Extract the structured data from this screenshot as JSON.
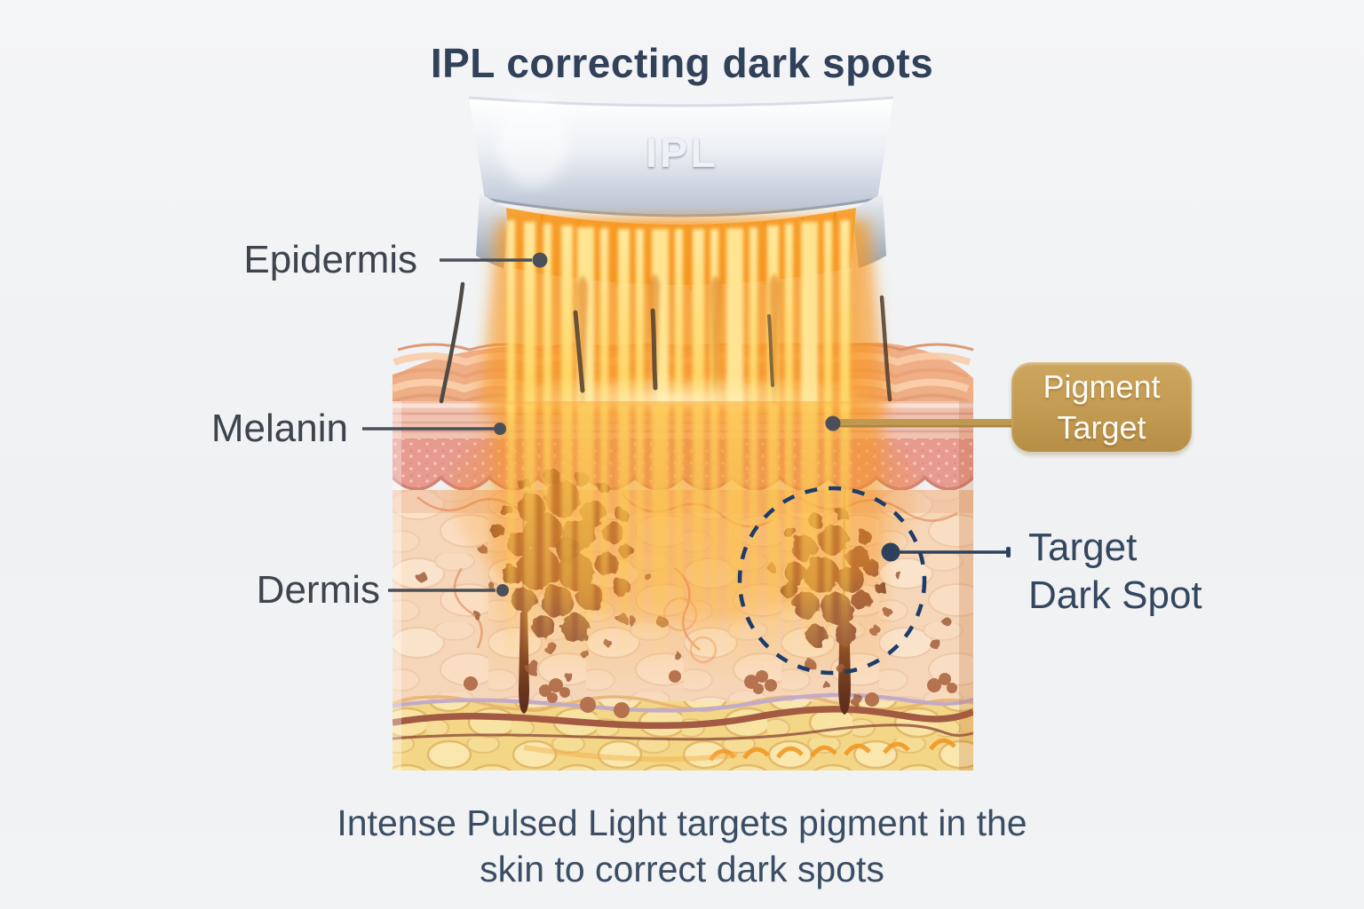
{
  "title": "IPL correcting dark spots",
  "device": {
    "label": "IPL"
  },
  "labels": {
    "epidermis": "Epidermis",
    "melanin": "Melanin",
    "dermis": "Dermis"
  },
  "badge": {
    "line1": "Pigment",
    "line2": "Target"
  },
  "target": {
    "line1": "Target",
    "line2": "Dark Spot"
  },
  "caption": {
    "line1": "Intense Pulsed Light targets pigment in the",
    "line2": "skin to correct dark spots"
  },
  "colors": {
    "background": "#eff1f3",
    "title_navy": "#32415a",
    "label_gray": "#3e444c",
    "annotation_navy": "#34475f",
    "badge_tan": "#c39a51",
    "beam_orange": "#f89b25",
    "beam_yellow": "#ffd95e",
    "skin_dermis": "#f6d6b8",
    "melanin_band": "#e79a8e",
    "fat_yellow": "#f4d687",
    "dark_spot_brown": "#8e5038",
    "dashed_circle_navy": "#1d3c6b",
    "device_silver": "#b9c3d4"
  }
}
